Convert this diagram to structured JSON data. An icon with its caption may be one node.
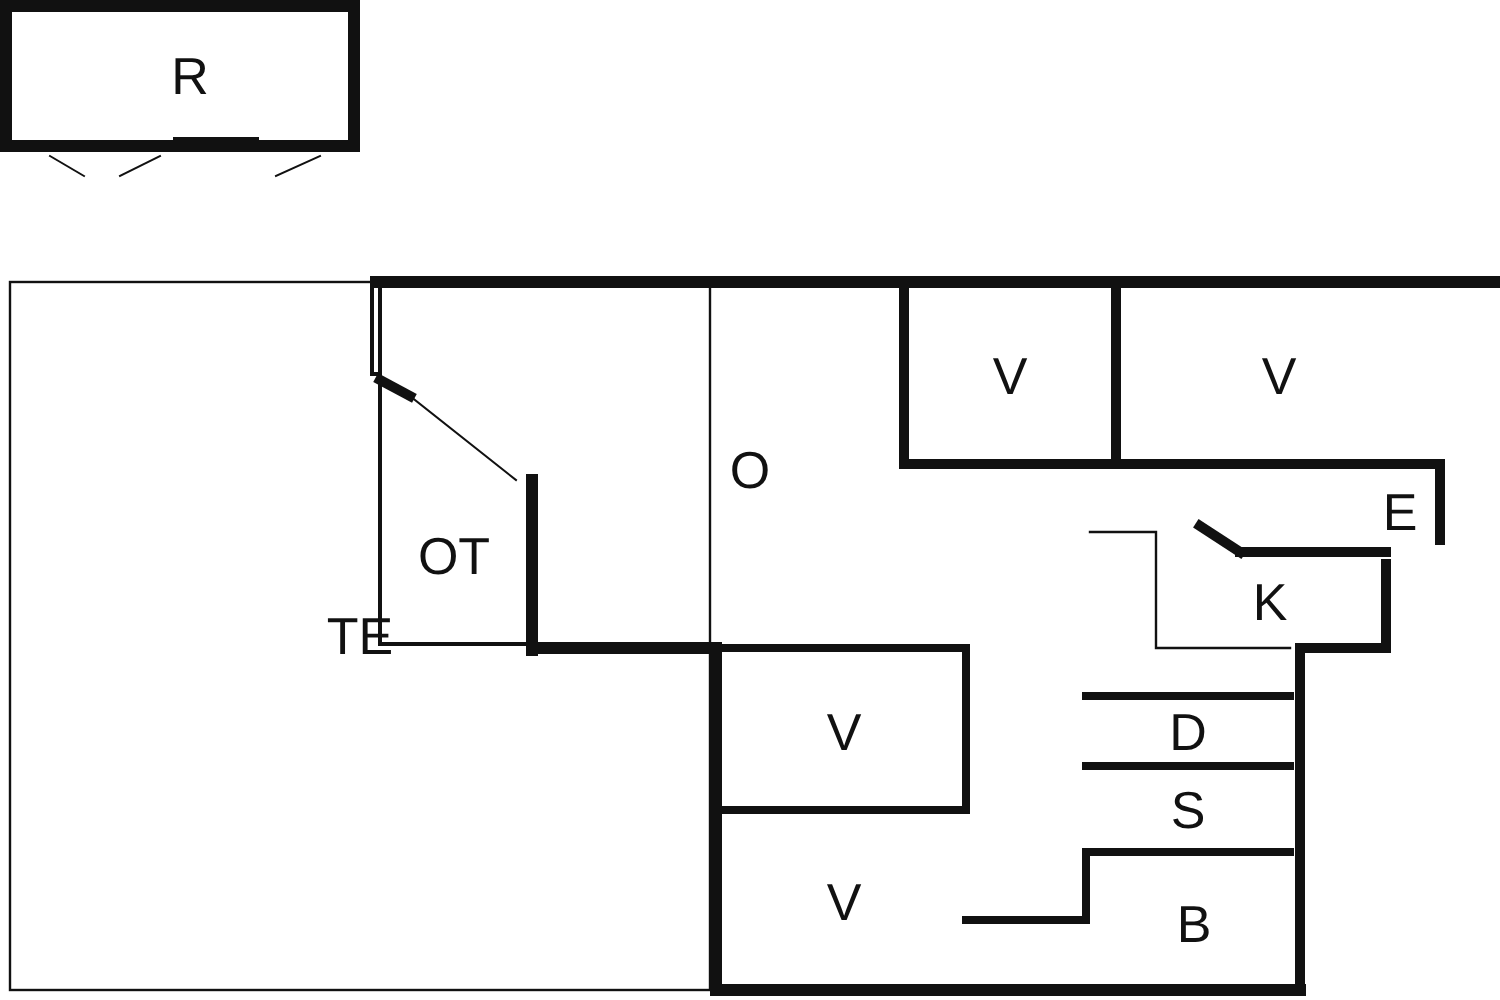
{
  "diagram": {
    "nodes": [
      {
        "text": [
          "R"
        ]
      },
      {
        "text": [
          "V"
        ]
      },
      {
        "text": [
          "V"
        ]
      },
      {
        "text": [
          "O"
        ]
      },
      {
        "text": [
          "E"
        ]
      },
      {
        "text": [
          "OT"
        ]
      },
      {
        "text": [
          "K"
        ]
      },
      {
        "text": [
          "TE"
        ]
      },
      {
        "text": [
          "V"
        ]
      },
      {
        "text": [
          "D"
        ]
      },
      {
        "text": [
          "S"
        ]
      },
      {
        "text": [
          "V"
        ]
      },
      {
        "text": [
          "B"
        ]
      }
    ],
    "edges": []
  }
}
